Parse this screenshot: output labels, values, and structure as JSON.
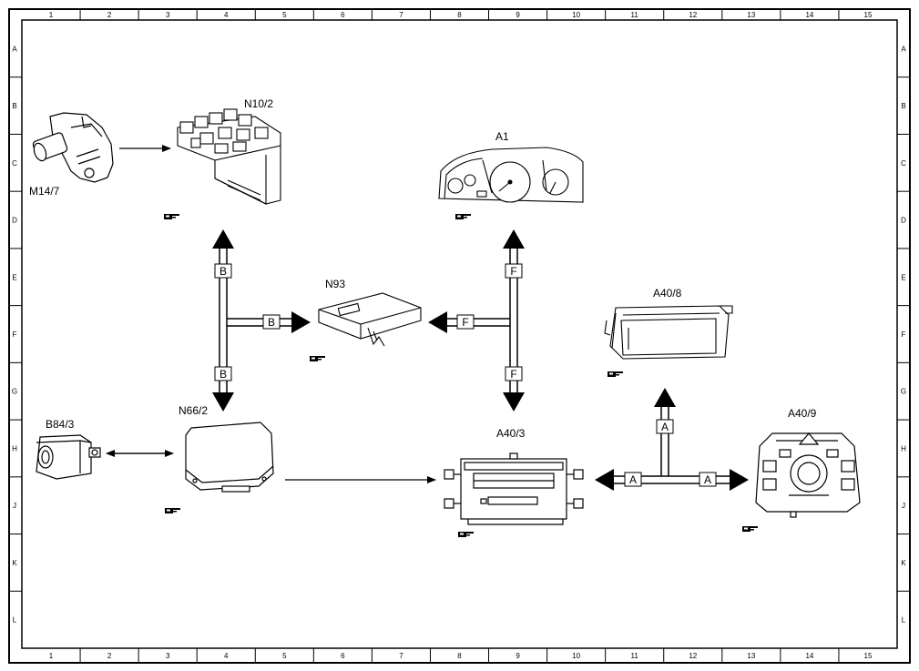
{
  "ruler": {
    "columns": [
      "1",
      "2",
      "3",
      "4",
      "5",
      "6",
      "7",
      "8",
      "9",
      "10",
      "11",
      "12",
      "13",
      "14",
      "15"
    ],
    "rows": [
      "A",
      "B",
      "C",
      "D",
      "E",
      "F",
      "G",
      "H",
      "J",
      "K",
      "L"
    ]
  },
  "components": {
    "m14_7": "M14/7",
    "n10_2": "N10/2",
    "a1": "A1",
    "n93": "N93",
    "a40_8": "A40/8",
    "b84_3": "B84/3",
    "n66_2": "N66/2",
    "a40_3": "A40/3",
    "a40_9": "A40/9"
  },
  "connectors": {
    "b": "B",
    "f": "F",
    "a": "A"
  },
  "colors": {
    "line": "#000000",
    "background": "#ffffff"
  },
  "icons": [
    "reference-hand-icon"
  ]
}
